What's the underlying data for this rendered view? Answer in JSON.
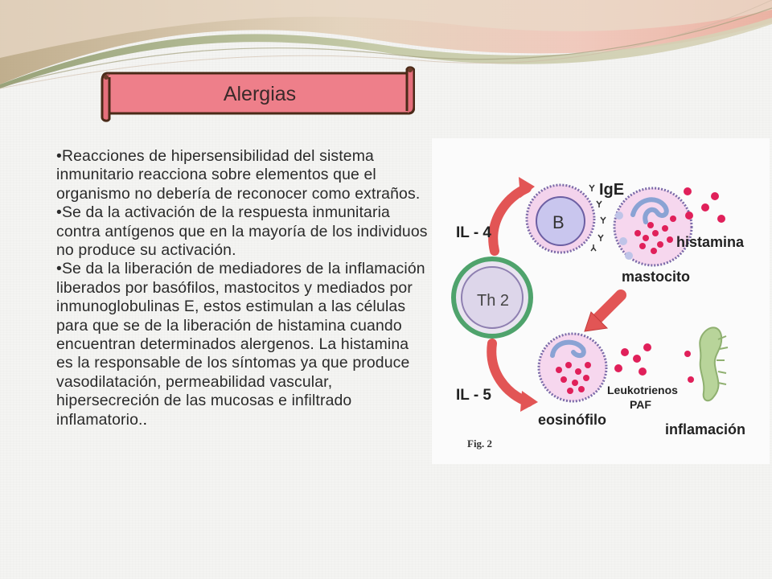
{
  "slide": {
    "title": "Alergias",
    "bullets": [
      "•Reacciones de hipersensibilidad  del sistema inmunitario reacciona sobre elementos que el organismo no debería de reconocer como extraños.",
      "•Se da la activación de la respuesta inmunitaria contra antígenos que en la mayoría de los individuos no produce su activación.",
      "•Se da la liberación de mediadores de la inflamación liberados por basófilos, mastocitos y mediados por inmunoglobulinas  E, estos estimulan a las células para que se de la liberación  de histamina cuando encuentran determinados alergenos.  La histamina es la responsable  de los síntomas ya que produce vasodilatación,  permeabilidad vascular, hipersecreción  de las mucosas e infiltrado inflamatorio."
    ],
    "trailing_period": "."
  },
  "diagram": {
    "labels": {
      "il4": "IL - 4",
      "il5": "IL - 5",
      "th2": "Th 2",
      "b_cell": "B",
      "ige": "IgE",
      "histamina": "histamina",
      "mastocito": "mastocito",
      "eosinofilo": "eosinófilo",
      "leukotrienos": "Leukotrienos",
      "paf": "PAF",
      "inflamacion": "inflamación",
      "fig": "Fig. 2"
    }
  },
  "colors": {
    "banner_fill": "#ee7f8a",
    "banner_border": "#4a2a18",
    "dot_red": "#e0205a",
    "cell_fill": "#f6d7ee"
  }
}
